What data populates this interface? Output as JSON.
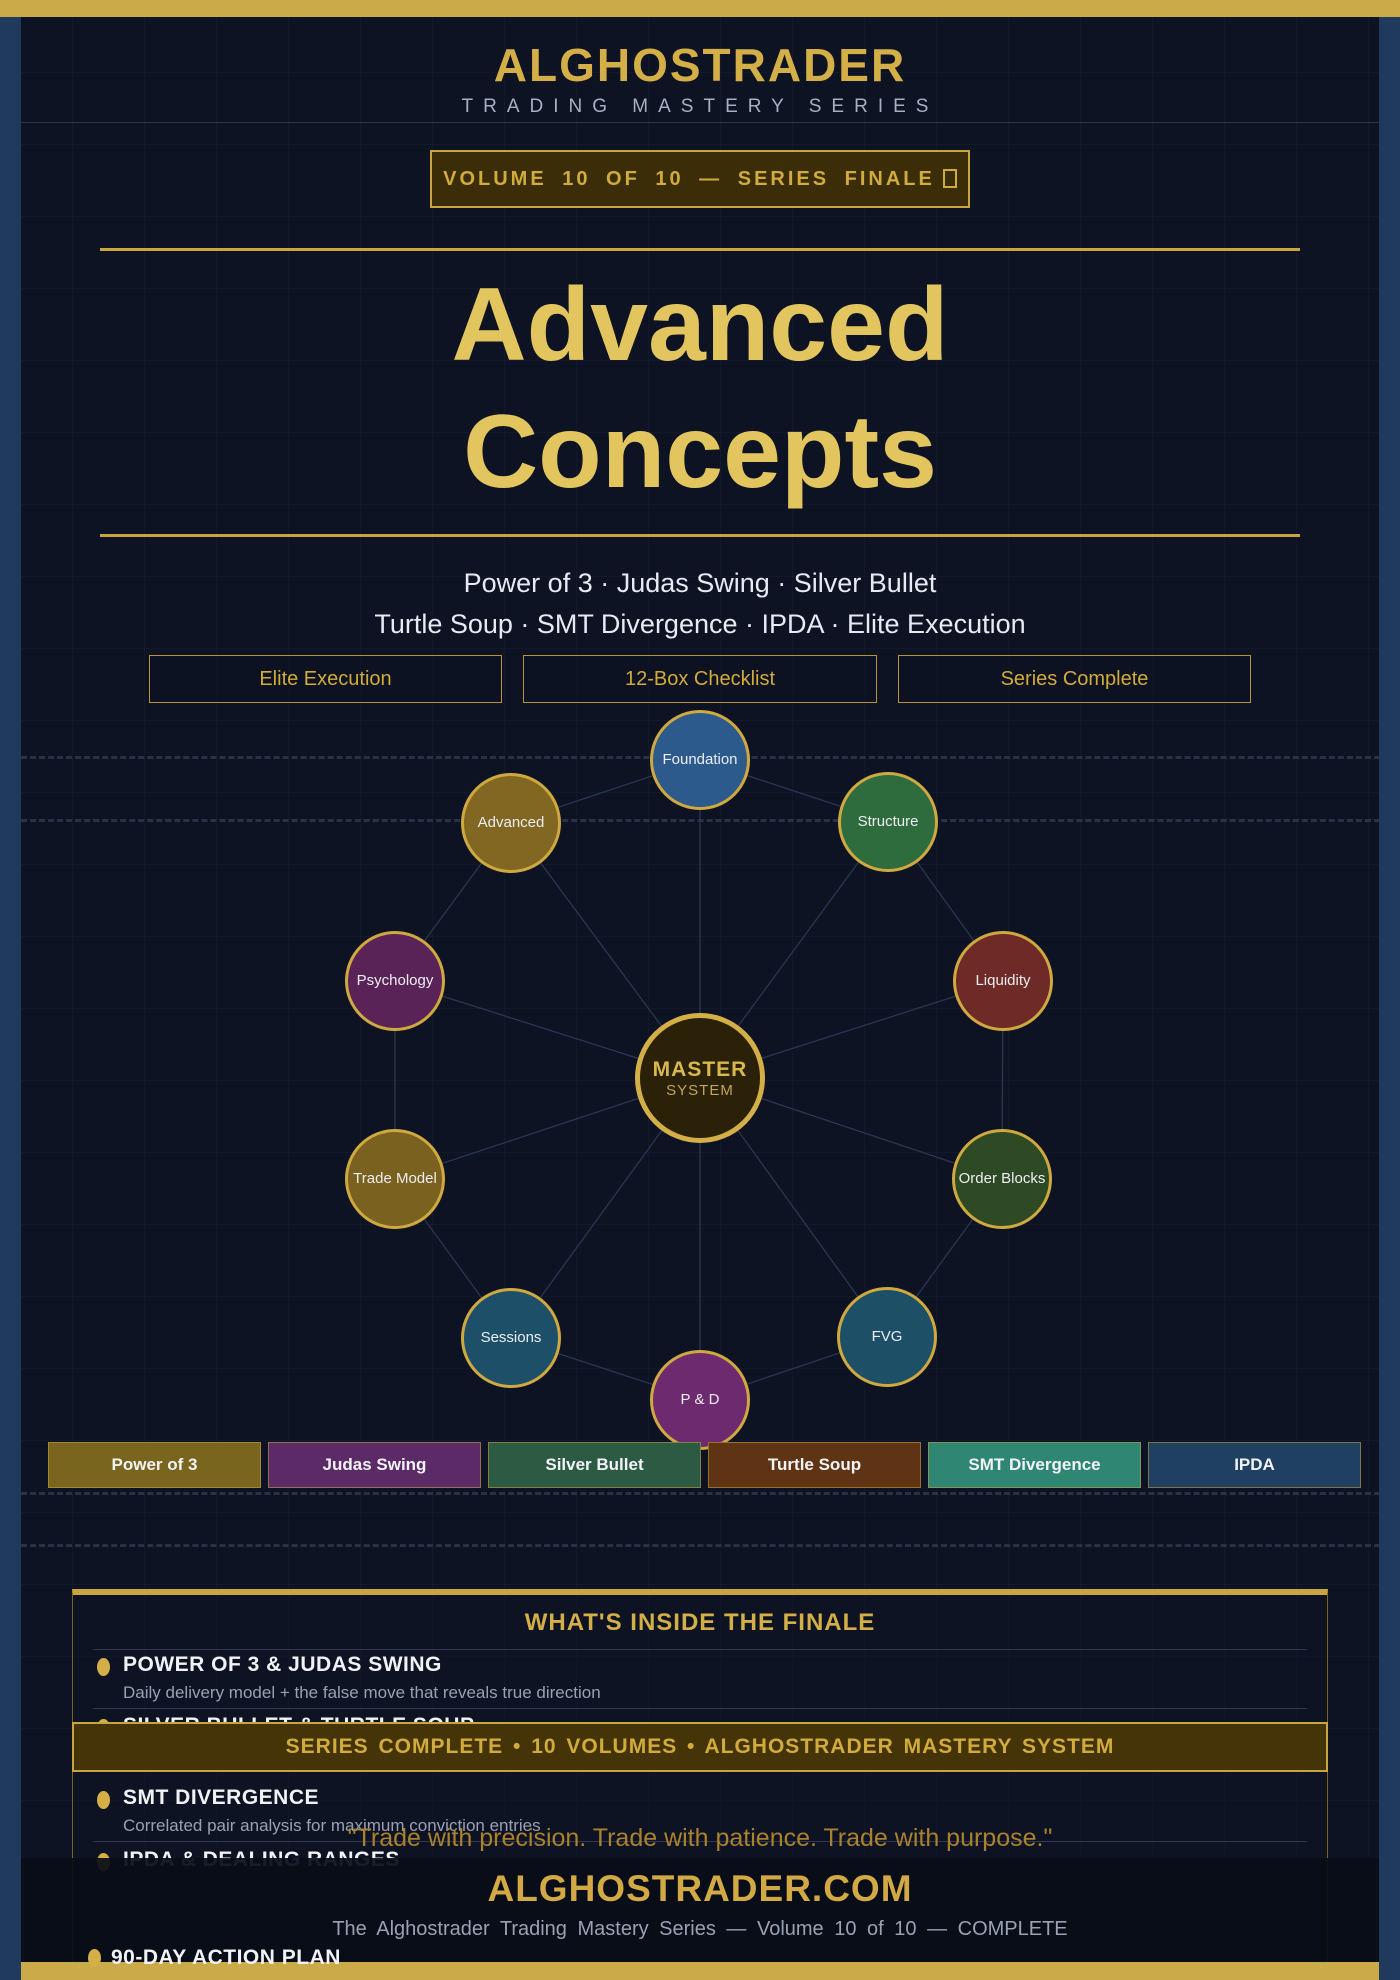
{
  "colors": {
    "accent_gold": "#d4af47",
    "bar_gold": "#cbaa4a",
    "title_gold": "#e2c55e",
    "edge_blue": "#203a5e",
    "background_navy": "#0d1322"
  },
  "header": {
    "brand": "ALGHOSTRADER",
    "tagline": "TRADING MASTERY SERIES",
    "volume_badge": "VOLUME 10 OF 10 — SERIES FINALE"
  },
  "hero": {
    "title_line1": "Advanced",
    "title_line2": "Concepts",
    "subtitle_line1": "Power of 3 · Judas Swing · Silver Bullet",
    "subtitle_line2": "Turtle Soup · SMT Divergence · IPDA · Elite Execution",
    "feature_boxes": [
      {
        "label": "Elite Execution"
      },
      {
        "label": "12-Box Checklist"
      },
      {
        "label": "Series Complete"
      }
    ]
  },
  "diagram": {
    "center": {
      "title": "MASTER",
      "subtitle": "SYSTEM",
      "color": "#2a2108"
    },
    "nodes": [
      {
        "label": "Foundation",
        "color": "#2d5a8c"
      },
      {
        "label": "Structure",
        "color": "#2e6b3d"
      },
      {
        "label": "Liquidity",
        "color": "#6d2a27"
      },
      {
        "label": "Order Blocks",
        "color": "#2d4a24"
      },
      {
        "label": "FVG",
        "color": "#1d4f66"
      },
      {
        "label": "P & D",
        "color": "#6d2a6e"
      },
      {
        "label": "Sessions",
        "color": "#1d5068"
      },
      {
        "label": "Trade Model",
        "color": "#7a611f"
      },
      {
        "label": "Psychology",
        "color": "#5a2357"
      },
      {
        "label": "Advanced",
        "color": "#826722"
      }
    ]
  },
  "tags": [
    {
      "label": "Power of 3",
      "color": "#7a651f"
    },
    {
      "label": "Judas Swing",
      "color": "#5c2a66"
    },
    {
      "label": "Silver Bullet",
      "color": "#2c5a43"
    },
    {
      "label": "Turtle Soup",
      "color": "#5e3414"
    },
    {
      "label": "SMT Divergence",
      "color": "#2f8673"
    },
    {
      "label": "IPDA",
      "color": "#1f3f63"
    }
  ],
  "whats_inside": {
    "heading": "WHAT'S INSIDE THE FINALE",
    "items": [
      {
        "title": "POWER OF 3 & JUDAS SWING",
        "description": "Daily delivery model + the false move that reveals true direction"
      },
      {
        "title": "SILVER BULLET & TURTLE SOUP"
      },
      {
        "title": "SMT DIVERGENCE",
        "description": "Correlated pair analysis for maximum conviction entries"
      },
      {
        "title": "IPDA & DEALING RANGES"
      },
      {
        "title": "90-DAY ACTION PLAN"
      }
    ]
  },
  "banner": {
    "text": "SERIES COMPLETE • 10 VOLUMES • ALGHOSTRADER MASTERY SYSTEM"
  },
  "quote": {
    "text": "\"Trade with precision. Trade with patience. Trade with purpose.\""
  },
  "footer": {
    "site": "ALGHOSTRADER.COM",
    "line": "The Alghostrader Trading Mastery Series — Volume 10 of 10 — COMPLETE"
  }
}
